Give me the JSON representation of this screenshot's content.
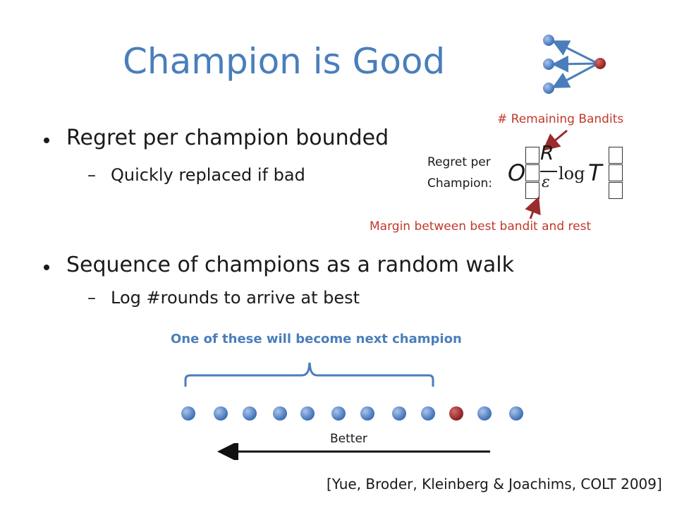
{
  "slide": {
    "title": "Champion is Good",
    "bullets": [
      {
        "text": "Regret per champion bounded",
        "sub": "Quickly replaced if bad"
      },
      {
        "text": "Sequence of champions as a random walk",
        "sub": "Log #rounds to arrive at best"
      }
    ],
    "sub_dash": "–",
    "formula": {
      "label_line1": "Regret per",
      "label_line2": "Champion:",
      "big_o": "O",
      "numerator": "R",
      "denominator": "ε",
      "log": "log",
      "t": "T"
    },
    "annotation_top": "# Remaining Bandits",
    "annotation_bottom": "Margin between best bandit and rest",
    "brace_label": "One of these will become next champion",
    "arrow_label": "Better",
    "citation": "[Yue, Broder, Kleinberg & Joachims, COLT 2009]",
    "colors": {
      "title_blue": "#4a7ebb",
      "node_blue": "#4f81bd",
      "node_red": "#9b2c2c",
      "annotation_red": "#c0392b"
    },
    "row_nodes": [
      "blue",
      "blue",
      "blue",
      "blue",
      "blue",
      "blue",
      "blue",
      "blue",
      "blue",
      "red",
      "blue",
      "blue"
    ],
    "icon_graph_nodes": [
      "blue",
      "blue",
      "blue",
      "red"
    ]
  }
}
